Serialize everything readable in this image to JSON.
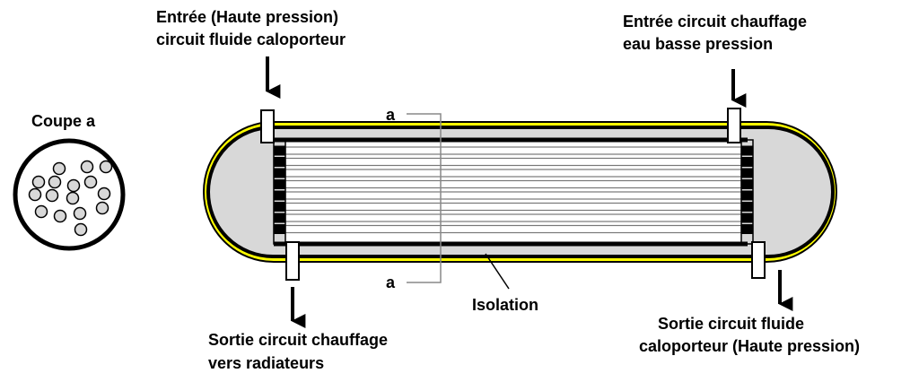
{
  "labels": {
    "inlet_high_pressure_line1": "Entrée (Haute pression)",
    "inlet_high_pressure_line2": "circuit fluide caloporteur",
    "inlet_heating_line1": "Entrée circuit chauffage",
    "inlet_heating_line2": "eau basse pression",
    "section_title": "Coupe a",
    "section_mark_top": "a",
    "section_mark_bottom": "a",
    "insulation": "Isolation",
    "outlet_heating_line1": "Sortie circuit chauffage",
    "outlet_heating_line2": "vers radiateurs",
    "outlet_fluid_line1": "Sortie circuit fluide",
    "outlet_fluid_line2": "caloporteur (Haute pression)"
  },
  "colors": {
    "insulation": "#FFFF00",
    "header_chamber": "#D8D8D8",
    "tube_fill": "#FFFFFF",
    "tube_stroke": "#777777",
    "shell_outline": "#000000",
    "cross_section_tube": "#D8D8D8"
  },
  "tube_count": 8,
  "cross_section_tube_count": 16
}
